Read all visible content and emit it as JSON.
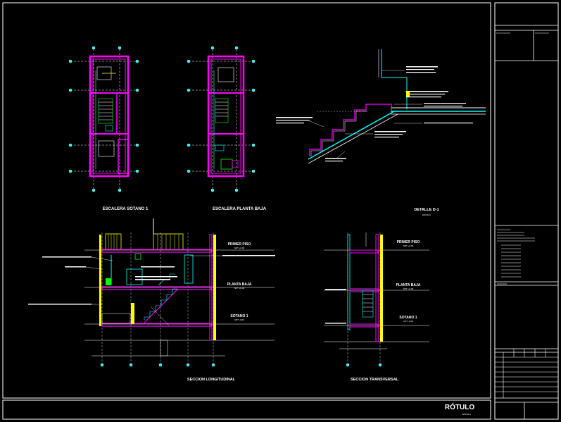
{
  "plans": {
    "basement_title": "ESCALERA SOTANO 1",
    "ground_title": "ESCALERA PLANTA BAJA"
  },
  "detail": {
    "title": "DETALLE D-1",
    "subtitle": "ESCALA"
  },
  "long_section": {
    "title": "SECCION LONGITUDINAL",
    "level_1": "PRIMER PISO",
    "level_1_elev": "NPT +0.00",
    "level_2": "PLANTA BAJA",
    "level_2_elev": "NPT +0.00",
    "level_3": "SOTANO 1",
    "level_3_elev": "NPT -0.00"
  },
  "trans_section": {
    "title": "SECCION TRANSVERSAL",
    "level_1": "PRIMER PISO",
    "level_1_elev": "NPT +0.00",
    "level_2": "PLANTA BAJA",
    "level_2_elev": "NPT +0.00",
    "level_3": "SOTANO 1",
    "level_3_elev": "NPT -0.00"
  },
  "title_block": {
    "rotulo": "RÓTULO",
    "escala": "ESCALA"
  },
  "colors": {
    "magenta": "#ff00ff",
    "cyan": "#00ffff",
    "yellow": "#ffff00",
    "green": "#00ff00",
    "red": "#ff0000",
    "white": "#ffffff",
    "blue": "#0000ff"
  }
}
